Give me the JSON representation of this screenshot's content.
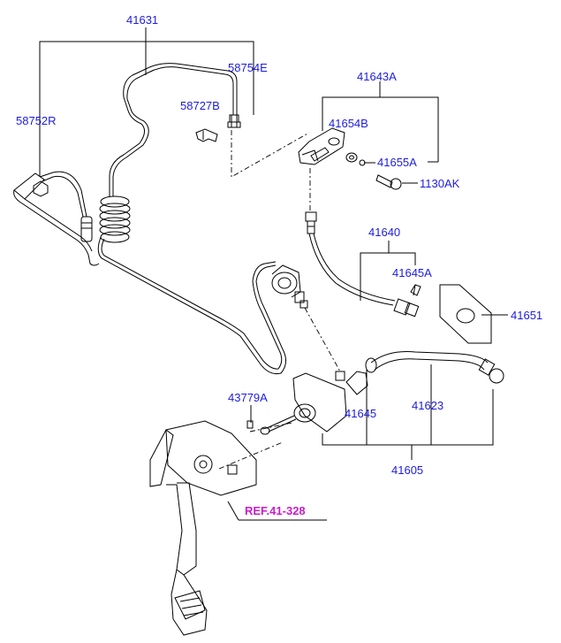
{
  "diagram": {
    "callouts": {
      "p41631": "41631",
      "p58754E": "58754E",
      "p58727B": "58727B",
      "p58752R": "58752R",
      "p41643A": "41643A",
      "p41654B": "41654B",
      "p41655A": "41655A",
      "p1130AK": "1130AK",
      "p41640": "41640",
      "p41645A": "41645A",
      "p41651": "41651",
      "p43779A": "43779A",
      "p41645": "41645",
      "p41623": "41623",
      "p41605": "41605"
    },
    "reference": "REF.41-328",
    "colors": {
      "callout": "#1c1ce0",
      "reference": "#c81ec8",
      "line": "#000000"
    }
  }
}
